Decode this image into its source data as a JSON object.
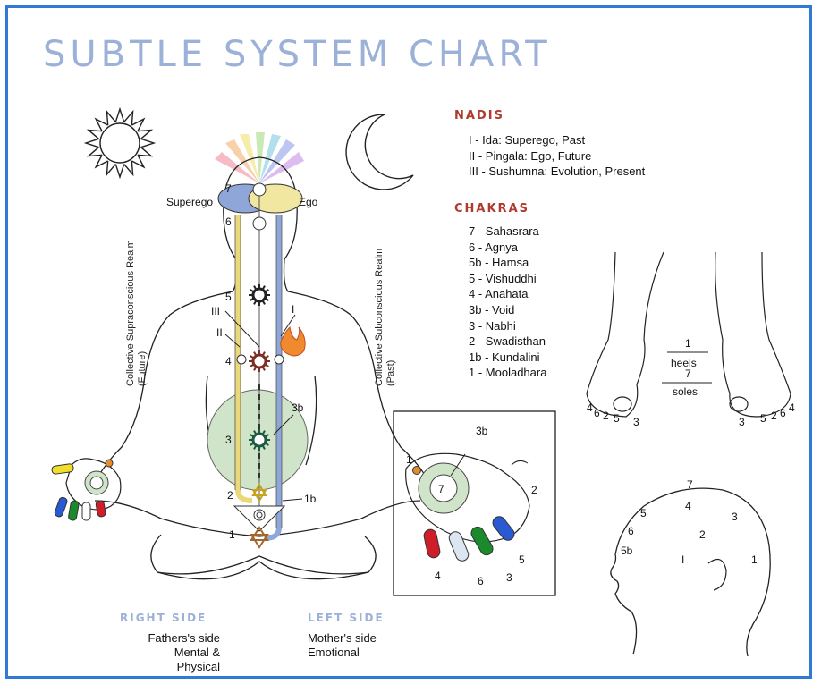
{
  "title": "SUBTLE SYSTEM CHART",
  "nadis": {
    "heading": "NADIS",
    "items": [
      "I - Ida: Superego, Past",
      "II - Pingala: Ego, Future",
      "III - Sushumna: Evolution, Present"
    ]
  },
  "chakras": {
    "heading": "CHAKRAS",
    "items": [
      "7 - Sahasrara",
      "6 - Agnya",
      "5b - Hamsa",
      "5 - Vishuddhi",
      "4 - Anahata",
      "3b - Void",
      "3 - Nabhi",
      "2 - Swadisthan",
      "1b - Kundalini",
      "1 - Mooladhara"
    ]
  },
  "realms": {
    "left": [
      "Collective Supraconscious Realm",
      "(Future)"
    ],
    "right": [
      "Collective Subconscious Realm",
      "(Past)"
    ]
  },
  "body_labels": {
    "superego": "Superego",
    "ego": "Ego",
    "c7": "7",
    "c6": "6",
    "c5": "5",
    "c4": "4",
    "c3": "3",
    "c3b": "3b",
    "c2": "2",
    "c1b": "1b",
    "c1": "1",
    "n1": "I",
    "n2": "II",
    "n3": "III"
  },
  "hand_labels": {
    "h3b": "3b",
    "h7": "7",
    "h1": "1",
    "h2": "2",
    "h4": "4",
    "h6": "6",
    "h3": "3",
    "h5": "5"
  },
  "feet": {
    "fraction1_top": "1",
    "fraction1_bottom": "heels",
    "fraction2_top": "7",
    "fraction2_bottom": "soles",
    "left_toes": [
      "4",
      "6",
      "2",
      "5",
      "3"
    ],
    "right_toes": [
      "3",
      "5",
      "2",
      "6",
      "4"
    ]
  },
  "head_labels": {
    "h7": "7",
    "h4": "4",
    "h3": "3",
    "h5": "5",
    "h6": "6",
    "h2": "2",
    "h5b": "5b",
    "hI": "I",
    "h1": "1"
  },
  "right_side": {
    "heading": "RIGHT SIDE",
    "lines": [
      "Fathers's side",
      "Mental & Physical"
    ]
  },
  "left_side": {
    "heading": "LEFT SIDE",
    "lines": [
      "Mother's side",
      "Emotional"
    ]
  },
  "colors": {
    "frame": "#2e7ad6",
    "title": "#9bb1d8",
    "heading": "#b03a2e",
    "void": "#cfe4c8",
    "ida": "#8fa6d8",
    "pingala": "#e9d97a"
  }
}
